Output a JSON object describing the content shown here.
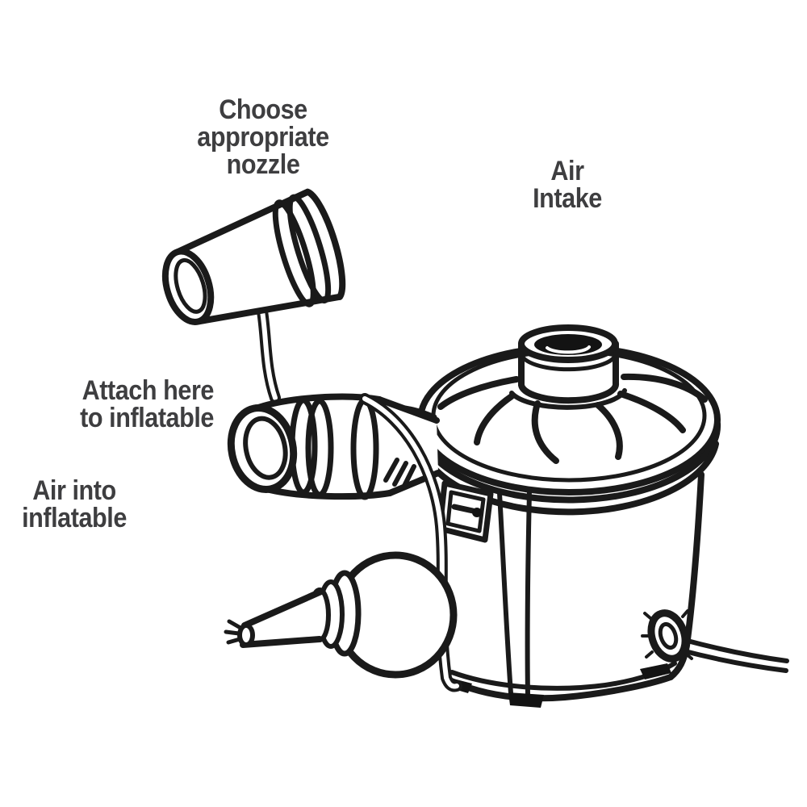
{
  "diagram": {
    "labels": {
      "choose_nozzle": {
        "lines": [
          "Choose",
          "appropriate",
          "nozzle"
        ]
      },
      "air_intake": {
        "lines": [
          "Air",
          "Intake"
        ]
      },
      "attach_here": {
        "lines": [
          "Attach here",
          "to inflatable"
        ]
      },
      "air_into": {
        "lines": [
          "Air into",
          "inflatable"
        ]
      }
    },
    "colors": {
      "arrow": "#F5A93B",
      "line": "#1A1A1A",
      "text": "#3E3E40",
      "background": "#FFFFFF"
    }
  }
}
